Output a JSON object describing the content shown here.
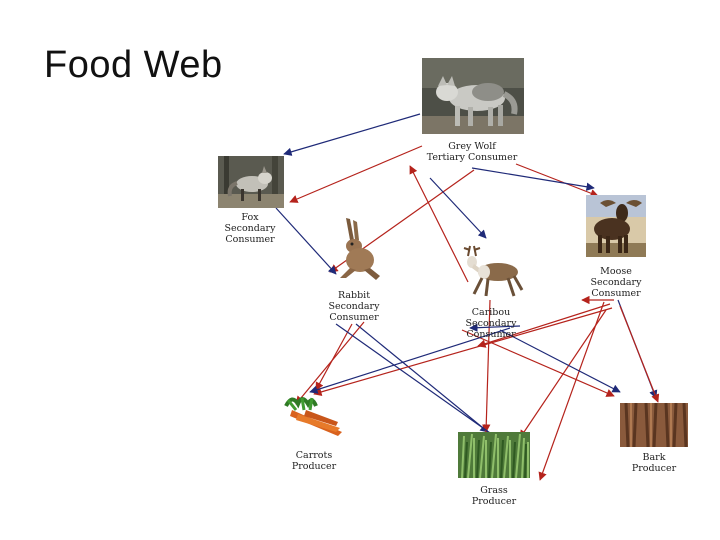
{
  "title": "Food Web",
  "colors": {
    "eats_arrow": "#1f2a78",
    "energy_arrow": "#b5231c"
  },
  "organisms": {
    "wolf": {
      "name": "Grey Wolf",
      "role": "Tertiary Consumer"
    },
    "fox": {
      "name": "Fox",
      "role_line1": "Secondary",
      "role_line2": "Consumer"
    },
    "rabbit": {
      "name": "Rabbit",
      "role_line1": "Secondary",
      "role_line2": "Consumer"
    },
    "caribou": {
      "name": "Caribou",
      "role_line1": "Secondary",
      "role_line2": "Consumer"
    },
    "moose": {
      "name": "Moose",
      "role_line1": "Secondary",
      "role_line2": "Consumer"
    },
    "carrots": {
      "name": "Carrots",
      "role": "Producer"
    },
    "grass": {
      "name": "Grass",
      "role": "Producer"
    },
    "bark": {
      "name": "Bark",
      "role": "Producer"
    }
  }
}
